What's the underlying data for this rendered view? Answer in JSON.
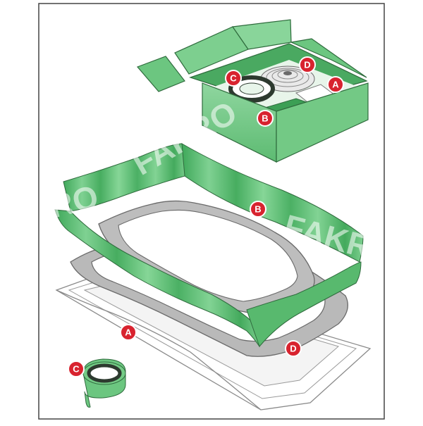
{
  "brand": "FAKRO",
  "colors": {
    "border": "#444444",
    "green_light": "#8ed49c",
    "green_mid": "#5fbf72",
    "green_dark": "#3a9a52",
    "grey_gasket": "#b8b8b8",
    "grey_gasket_dark": "#8c8c8c",
    "outline": "#6a6a6a",
    "badge": "#d8232f"
  },
  "labels": {
    "box_c": "C",
    "box_d": "D",
    "box_a": "A",
    "box_b": "B",
    "collar_b": "B",
    "frame_a": "A",
    "gasket_d": "D",
    "roll_c": "C"
  },
  "icons": {
    "box": "open-box-icon",
    "tape_roll": "tape-roll-icon"
  }
}
